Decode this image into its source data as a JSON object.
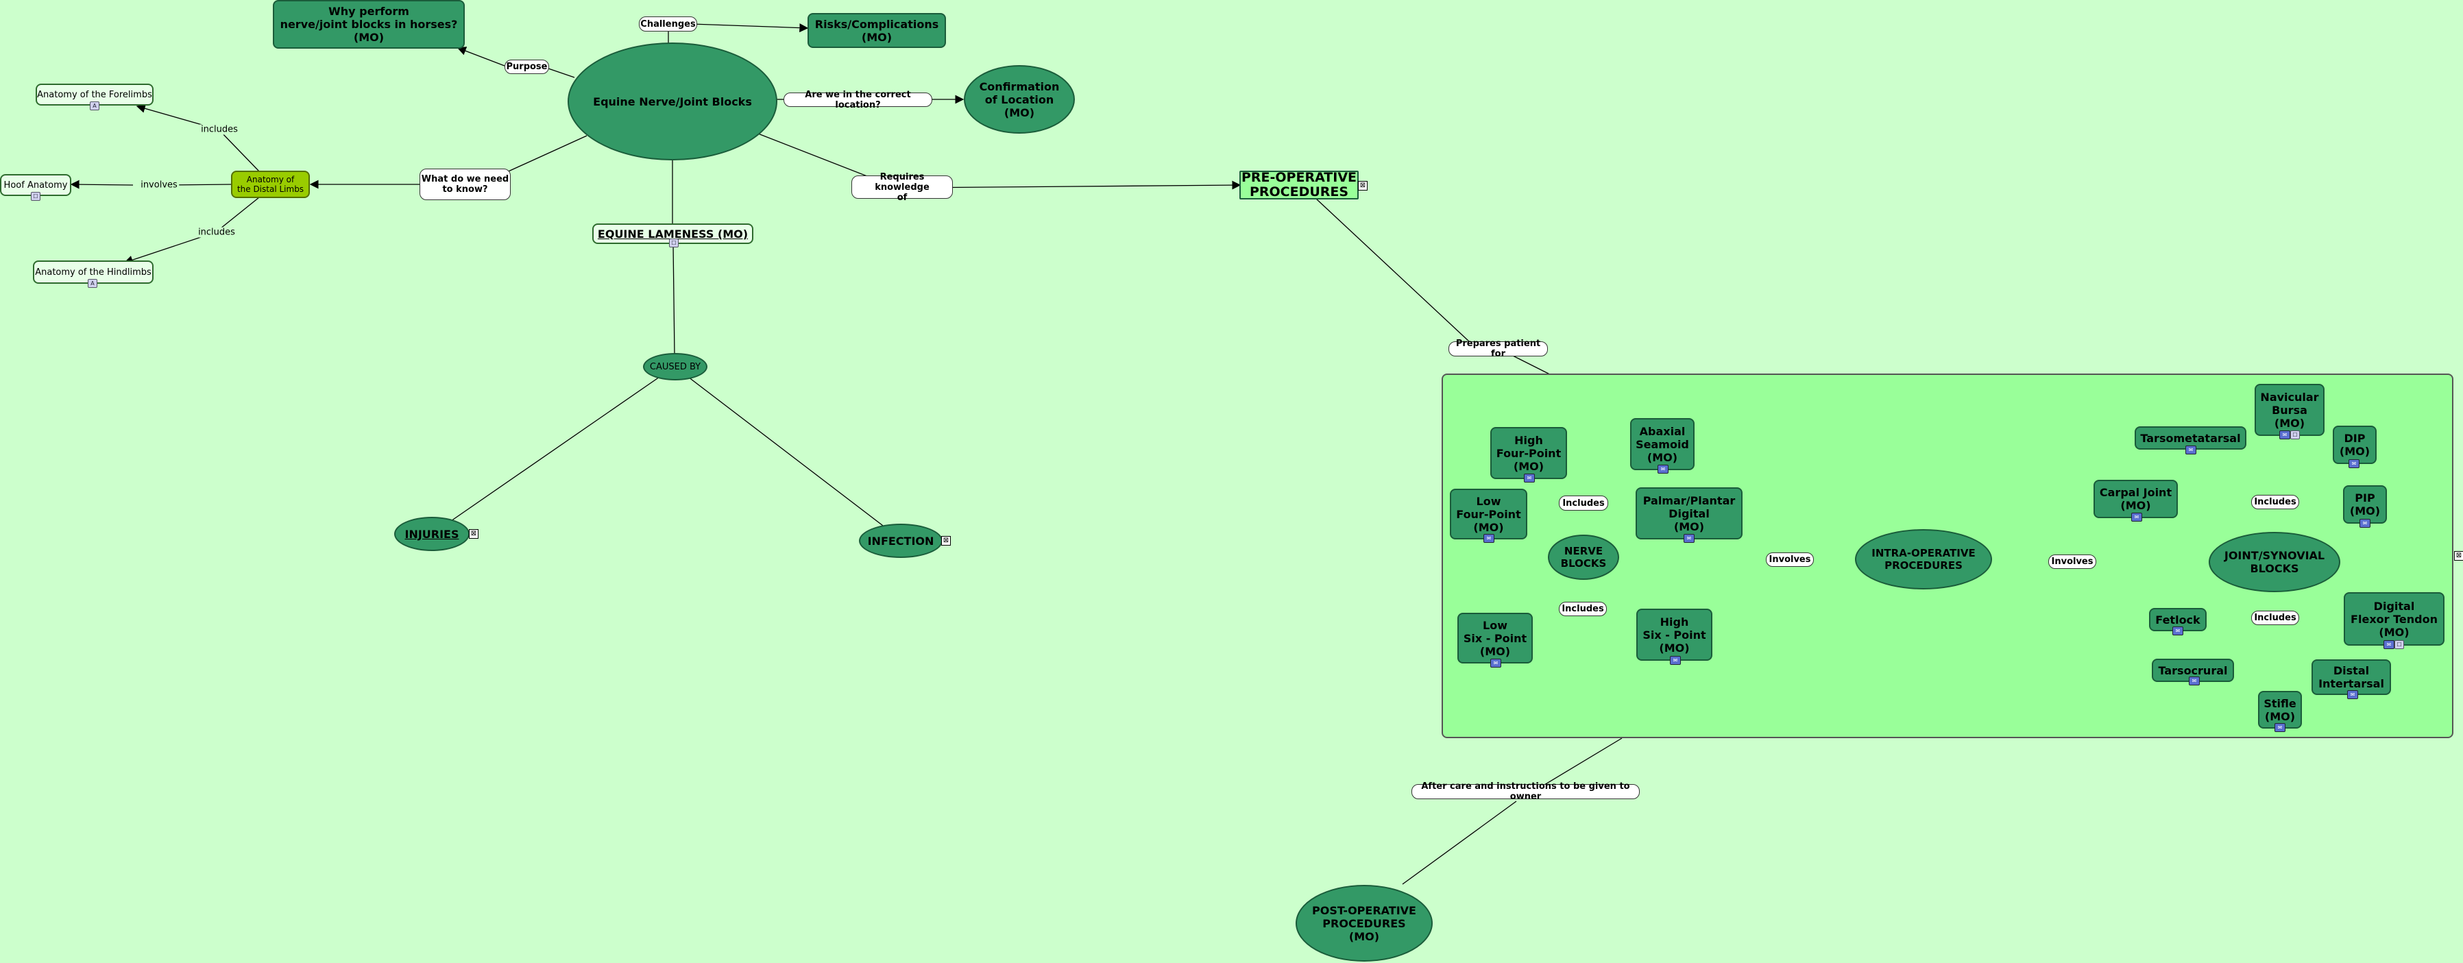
{
  "nodes": {
    "center": "Equine Nerve/Joint Blocks",
    "why": "Why perform\nnerve/joint blocks in horses?\n(MO)",
    "risks": "Risks/Complications\n(MO)",
    "confirm": "Confirmation\nof Location\n(MO)",
    "distal_limbs": "Anatomy of\nthe Distal Limbs",
    "forelimbs": "Anatomy of the Forelimbs",
    "hoof": "Hoof Anatomy",
    "hindlimbs": "Anatomy of the Hindlimbs",
    "lameness": "EQUINE LAMENESS (MO)",
    "caused_by": "CAUSED BY",
    "injuries": "INJURIES",
    "infection": "INFECTION",
    "pre_op": "PRE-OPERATIVE\nPROCEDURES",
    "post_op": "POST-OPERATIVE\nPROCEDURES\n(MO)",
    "intra_op": "INTRA-OPERATIVE\nPROCEDURES",
    "nerve_blocks": "NERVE\nBLOCKS",
    "joint_blocks": "JOINT/SYNOVIAL\nBLOCKS",
    "high_four": "High\nFour-Point\n(MO)",
    "abaxial": "Abaxial\nSeamoid\n(MO)",
    "low_four": "Low\nFour-Point\n(MO)",
    "palmar": "Palmar/Plantar\nDigital\n(MO)",
    "low_six": "Low\nSix - Point\n(MO)",
    "high_six": "High\nSix - Point\n(MO)",
    "navicular": "Navicular\nBursa\n(MO)",
    "tarsometatarsal": "Tarsometatarsal",
    "dip": "DIP\n(MO)",
    "carpal": "Carpal Joint\n(MO)",
    "pip": "PIP\n(MO)",
    "fetlock": "Fetlock",
    "digital_flexor": "Digital\nFlexor Tendon\n(MO)",
    "tarsocrural": "Tarsocrural",
    "distal_inter": "Distal\nIntertarsal",
    "stifle": "Stifle\n(MO)"
  },
  "labels": {
    "challenges": "Challenges",
    "purpose": "Purpose",
    "correct_location": "Are we in the correct location?",
    "what_know": "What do we need\nto know?",
    "requires": "Requires knowledge\nof",
    "prepares": "Prepares patient for",
    "after_care": "After care and instructions to be given to owner",
    "includes_nerve_top": "Includes",
    "includes_nerve_bottom": "Includes",
    "involves_left": "Involves",
    "involves_right": "Involves",
    "includes_joint_top": "Includes",
    "includes_joint_bottom": "Includes",
    "includes_fore": "includes",
    "involves_hoof": "involves",
    "includes_hind": "includes"
  },
  "colors": {
    "background": "#ccffcc",
    "node": "#339966",
    "context": "#99ff99",
    "distal_limbs": "#99cc00"
  }
}
